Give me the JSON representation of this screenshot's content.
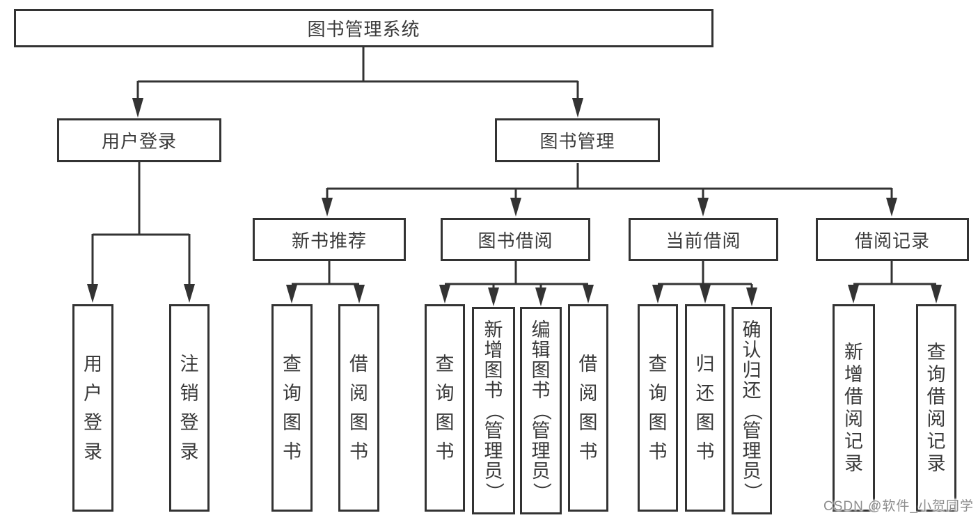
{
  "colors": {
    "line": "#333333",
    "text": "#3a3a3a",
    "background": "#ffffff",
    "watermark_text": "#8d8d8d"
  },
  "watermark": "CSDN @软件_小贺同学",
  "tree": {
    "root": "图书管理系统",
    "branches": [
      {
        "label": "用户登录",
        "children": [
          "用户登录",
          "注销登录"
        ]
      },
      {
        "label": "图书管理",
        "groups": [
          {
            "label": "新书推荐",
            "children": [
              "查询图书",
              "借阅图书"
            ]
          },
          {
            "label": "图书借阅",
            "children": [
              "查询图书",
              "新增图书（管理员）",
              "编辑图书（管理员）",
              "借阅图书"
            ]
          },
          {
            "label": "当前借阅",
            "children": [
              "查询图书",
              "归还图书",
              "确认归还（管理员）"
            ]
          },
          {
            "label": "借阅记录",
            "children": [
              "新增借阅记录",
              "查询借阅记录"
            ]
          }
        ]
      }
    ]
  }
}
